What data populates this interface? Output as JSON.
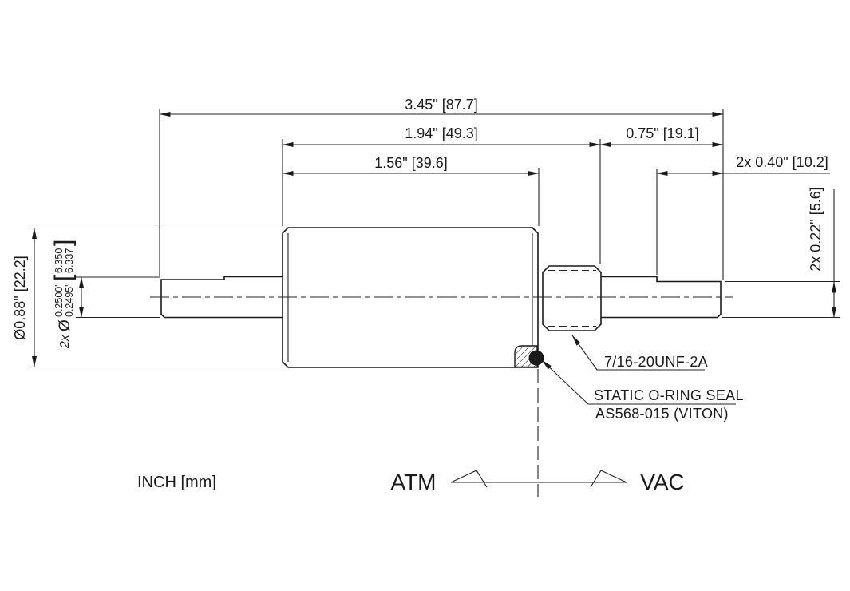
{
  "dims": {
    "overall": "3.45\" [87.7]",
    "body_plus_thread": "1.94\" [49.3]",
    "right_shaft": "0.75\" [19.1]",
    "body_length": "1.56\" [39.6]",
    "flat_length": "2x 0.40\" [10.2]",
    "across_flat": "2x 0.22\" [5.6]",
    "body_dia": "Ø0.88\" [22.2]",
    "shaft_dia": {
      "prefix": "2x",
      "dia_symbol": "Ø",
      "in_hi": "0.2500\"",
      "in_lo": "0.2495\"",
      "bracket_open": "[",
      "mm_hi": "6.350",
      "mm_lo": "6.337",
      "bracket_close": "]"
    }
  },
  "callouts": {
    "thread": "7/16-20UNF-2A",
    "oring_line1": "STATIC O-RING SEAL",
    "oring_line2": "AS568-015 (VITON)"
  },
  "footer": {
    "units": "INCH [mm]",
    "atm": "ATM",
    "vac": "VAC"
  },
  "colors": {
    "ink": "#1a1a1a",
    "paper": "#ffffff"
  }
}
